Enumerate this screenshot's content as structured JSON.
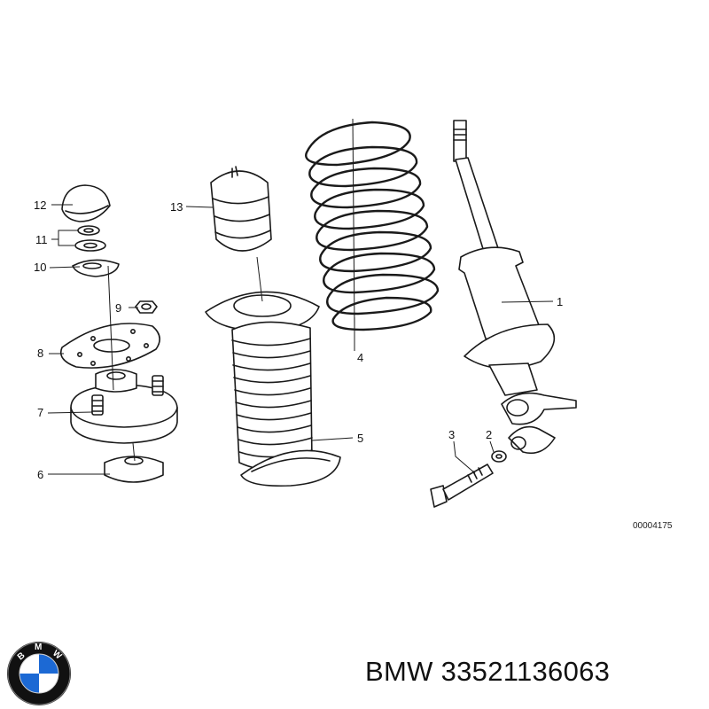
{
  "diagram": {
    "reference_code": "00004175",
    "parts": [
      {
        "id": "part-1",
        "label": "1"
      },
      {
        "id": "part-2",
        "label": "2"
      },
      {
        "id": "part-3",
        "label": "3"
      },
      {
        "id": "part-4",
        "label": "4"
      },
      {
        "id": "part-5",
        "label": "5"
      },
      {
        "id": "part-6",
        "label": "6"
      },
      {
        "id": "part-7",
        "label": "7"
      },
      {
        "id": "part-8",
        "label": "8"
      },
      {
        "id": "part-9",
        "label": "9"
      },
      {
        "id": "part-10",
        "label": "10"
      },
      {
        "id": "part-11",
        "label": "11"
      },
      {
        "id": "part-12",
        "label": "12"
      },
      {
        "id": "part-13",
        "label": "13"
      }
    ]
  },
  "logo": {
    "brand": "BMW",
    "letters": [
      "B",
      "M",
      "W"
    ]
  },
  "caption": {
    "text": "BMW 33521136063"
  },
  "colors": {
    "logo_blue": "#1c69d4",
    "logo_ring": "#111111",
    "line": "#1a1a1a"
  }
}
